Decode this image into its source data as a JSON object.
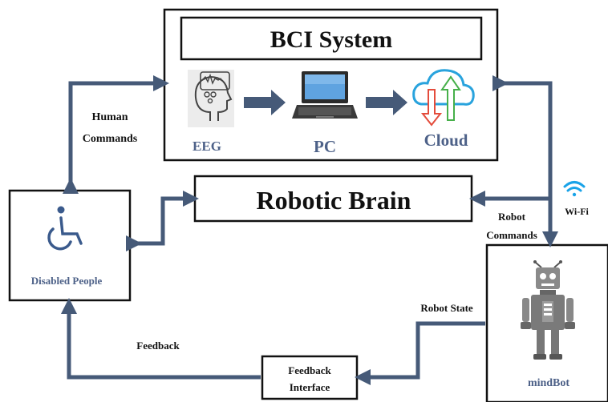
{
  "bci": {
    "title": "BCI System",
    "eeg_label": "EEG",
    "pc_label": "PC",
    "cloud_label": "Cloud"
  },
  "robotic_brain": {
    "label": "Robotic Brain"
  },
  "disabled": {
    "label": "Disabled People"
  },
  "mindbot": {
    "label": "mindBot"
  },
  "feedback_interface": {
    "line1": "Feedback",
    "line2": "Interface"
  },
  "edges": {
    "human_commands_1": "Human",
    "human_commands_2": "Commands",
    "robot_commands_1": "Robot",
    "robot_commands_2": "Commands",
    "wifi": "Wi-Fi",
    "robot_state": "Robot State",
    "feedback": "Feedback"
  },
  "colors": {
    "arrow": "#465a78",
    "label_blue": "#4d6188",
    "icon_blue": "#3a5a8c",
    "wifi": "#1aa3e8"
  },
  "icons": [
    "eeg-head-icon",
    "laptop-icon",
    "cloud-sync-icon",
    "wheelchair-icon",
    "robot-icon",
    "wifi-icon"
  ]
}
